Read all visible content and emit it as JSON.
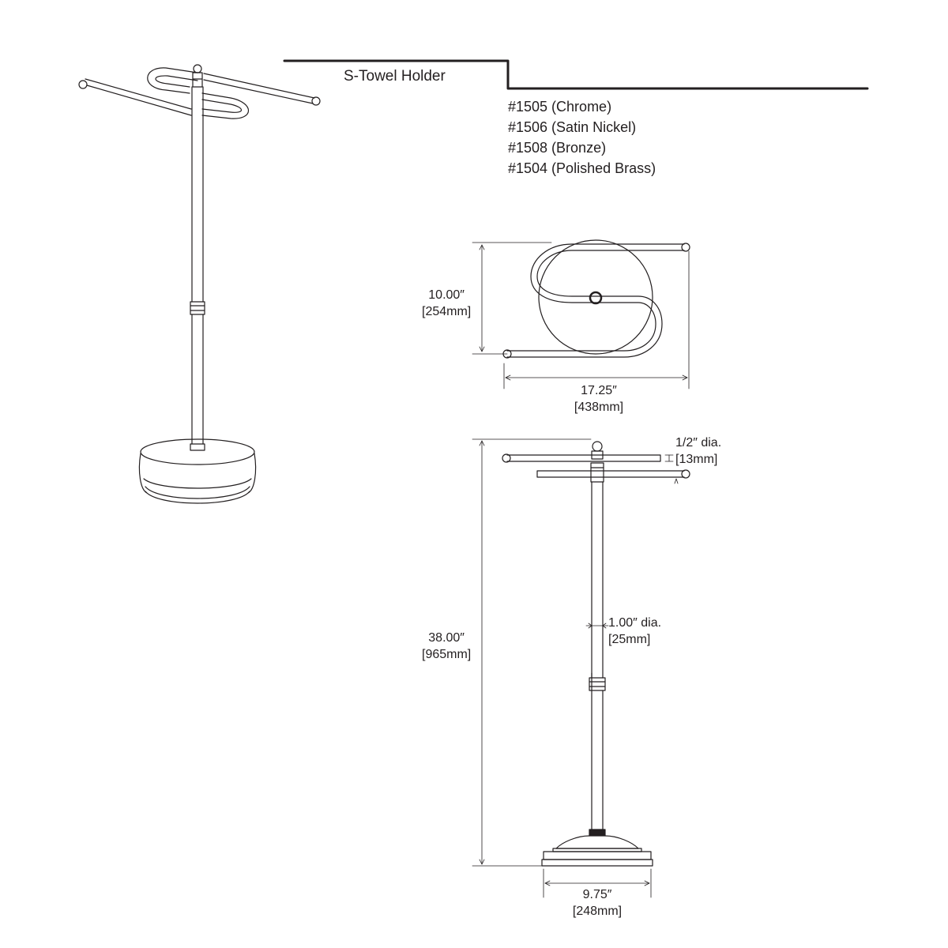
{
  "title": "S-Towel Holder",
  "models": [
    "#1505 (Chrome)",
    "#1506 (Satin Nickel)",
    "#1508 (Bronze)",
    "#1504 (Polished Brass)"
  ],
  "dimensions": {
    "top_depth": {
      "inch": "10.00″",
      "mm": "[254mm]"
    },
    "top_width": {
      "inch": "17.25″",
      "mm": "[438mm]"
    },
    "arm_diameter": {
      "inch": "1/2″ dia.",
      "mm": "[13mm]"
    },
    "pole_diameter": {
      "inch": "1.00″ dia.",
      "mm": "[25mm]"
    },
    "height": {
      "inch": "38.00″",
      "mm": "[965mm]"
    },
    "base_width": {
      "inch": "9.75″",
      "mm": "[248mm]"
    }
  }
}
